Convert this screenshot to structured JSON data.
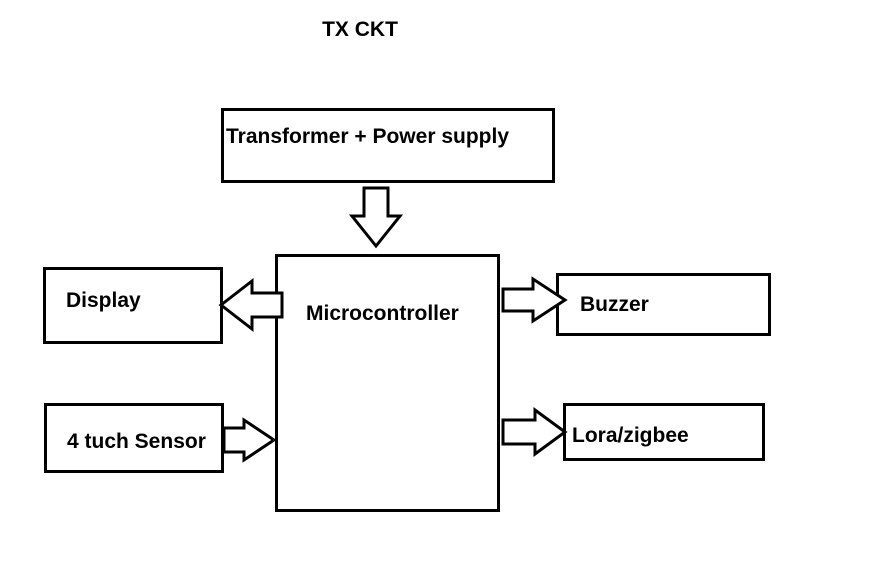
{
  "title": "TX CKT",
  "blocks": {
    "power": "Transformer + Power supply",
    "mcu": "Microcontroller",
    "display": "Display",
    "sensor": "4 tuch Sensor",
    "buzzer": "Buzzer",
    "radio": "Lora/zigbee"
  }
}
